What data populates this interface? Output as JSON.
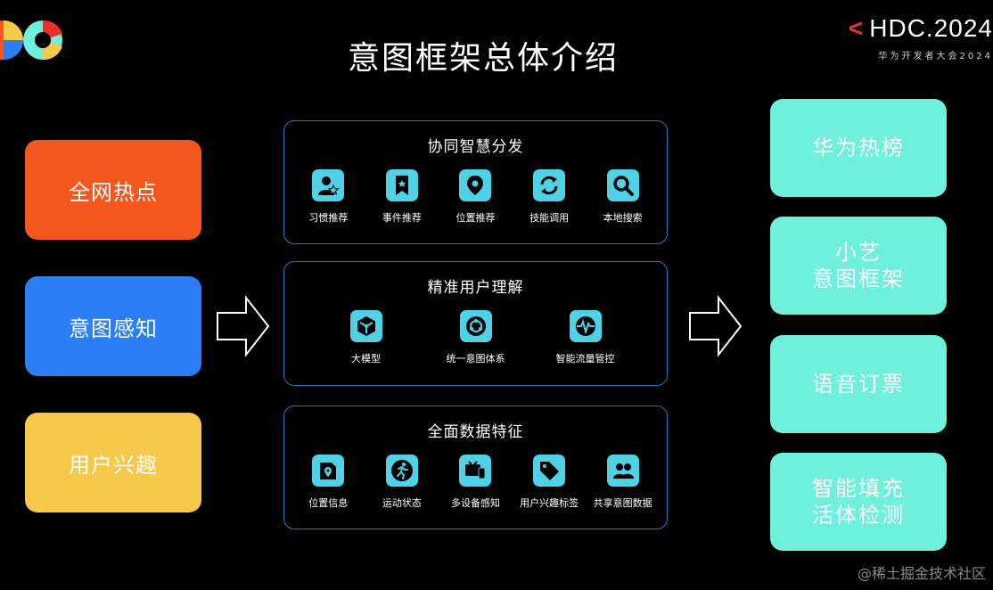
{
  "page_title": "意图框架总体介绍",
  "brand": {
    "prefix": "<",
    "name": "HDC.2024",
    "subtitle": "华为开发者大会2024"
  },
  "sources": [
    "全网热点",
    "意图感知",
    "用户兴趣"
  ],
  "panels": [
    {
      "title": "协同智慧分发",
      "items": [
        {
          "label": "习惯推荐",
          "icon": "user-star-icon"
        },
        {
          "label": "事件推荐",
          "icon": "bookmark-star-icon"
        },
        {
          "label": "位置推荐",
          "icon": "location-pin-icon"
        },
        {
          "label": "技能调用",
          "icon": "refresh-icon"
        },
        {
          "label": "本地搜索",
          "icon": "search-icon"
        }
      ]
    },
    {
      "title": "精准用户理解",
      "items": [
        {
          "label": "大模型",
          "icon": "cube-icon"
        },
        {
          "label": "统一意图体系",
          "icon": "cycle-icon"
        },
        {
          "label": "智能流量管控",
          "icon": "pulse-monitor-icon"
        }
      ]
    },
    {
      "title": "全面数据特征",
      "items": [
        {
          "label": "位置信息",
          "icon": "map-pin-icon"
        },
        {
          "label": "运动状态",
          "icon": "running-icon"
        },
        {
          "label": "多设备感知",
          "icon": "devices-icon"
        },
        {
          "label": "用户兴趣标签",
          "icon": "tag-icon"
        },
        {
          "label": "共享意图数据",
          "icon": "users-icon"
        }
      ]
    }
  ],
  "targets": [
    {
      "lines": [
        "华为热榜"
      ]
    },
    {
      "lines": [
        "小艺",
        "意图框架"
      ]
    },
    {
      "lines": [
        "语音订票"
      ]
    },
    {
      "lines": [
        "智能填充",
        "活体检测"
      ]
    }
  ],
  "watermark": "@稀土掘金技术社区",
  "colors": {
    "source_1": "#f5581f",
    "source_2": "#2b7ef3",
    "source_3": "#f6c94b",
    "target": "#6ef0dd",
    "panel_border": "#1f78b8",
    "icon_bg": "#4fd1e6",
    "brand_accent": "#e8322c"
  }
}
